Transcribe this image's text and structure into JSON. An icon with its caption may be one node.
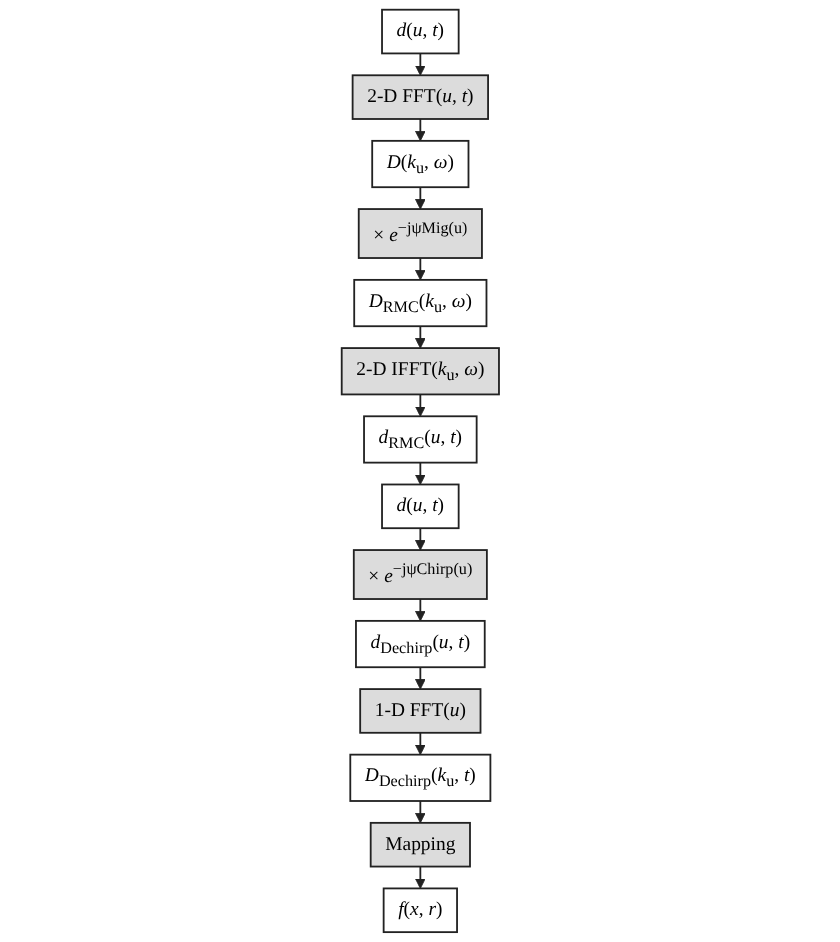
{
  "diagram": {
    "nodes": [
      {
        "text": [
          "*d*(*u*, *t*)"
        ]
      },
      {
        "text": [
          "2-D FFT(*u*, *t*)"
        ]
      },
      {
        "text": [
          "*D*(*k*$_{u}$, *ω*)"
        ]
      },
      {
        "text": [
          "× *e*$^{−jψMig(u)}$"
        ]
      },
      {
        "text": [
          "*D*$_{RMC}$(*k*$_{u}$, *ω*)"
        ]
      },
      {
        "text": [
          "2-D IFFT(*k*$_{u}$, *ω*)"
        ]
      },
      {
        "text": [
          "*d*$_{RMC}$(*u*, *t*)"
        ]
      },
      {
        "text": [
          "*d*(*u*, *t*)"
        ]
      },
      {
        "text": [
          "× *e*$^{−jψChirp(u)}$"
        ]
      },
      {
        "text": [
          "*d*$_{Dechirp}$(*u*, *t*)"
        ]
      },
      {
        "text": [
          "1-D FFT(*u*)"
        ]
      },
      {
        "text": [
          "*D*$_{Dechirp}$(*k*$_{u}$, *t*)"
        ]
      },
      {
        "text": [
          "Mapping"
        ]
      },
      {
        "text": [
          "*f*(*x*, *r*)"
        ]
      }
    ],
    "edges": [
      {
        "from": 0,
        "to": 1,
        "arrow": "to"
      },
      {
        "from": 1,
        "to": 2,
        "arrow": "to"
      },
      {
        "from": 2,
        "to": 3,
        "arrow": "to"
      },
      {
        "from": 3,
        "to": 4,
        "arrow": "to"
      },
      {
        "from": 4,
        "to": 5,
        "arrow": "to"
      },
      {
        "from": 5,
        "to": 6,
        "arrow": "to"
      },
      {
        "from": 6,
        "to": 7,
        "arrow": "to"
      },
      {
        "from": 7,
        "to": 8,
        "arrow": "to"
      },
      {
        "from": 8,
        "to": 9,
        "arrow": "to"
      },
      {
        "from": 9,
        "to": 10,
        "arrow": "to"
      },
      {
        "from": 10,
        "to": 11,
        "arrow": "to"
      },
      {
        "from": 11,
        "to": 12,
        "arrow": "to"
      },
      {
        "from": 12,
        "to": 13,
        "arrow": "to"
      }
    ]
  }
}
